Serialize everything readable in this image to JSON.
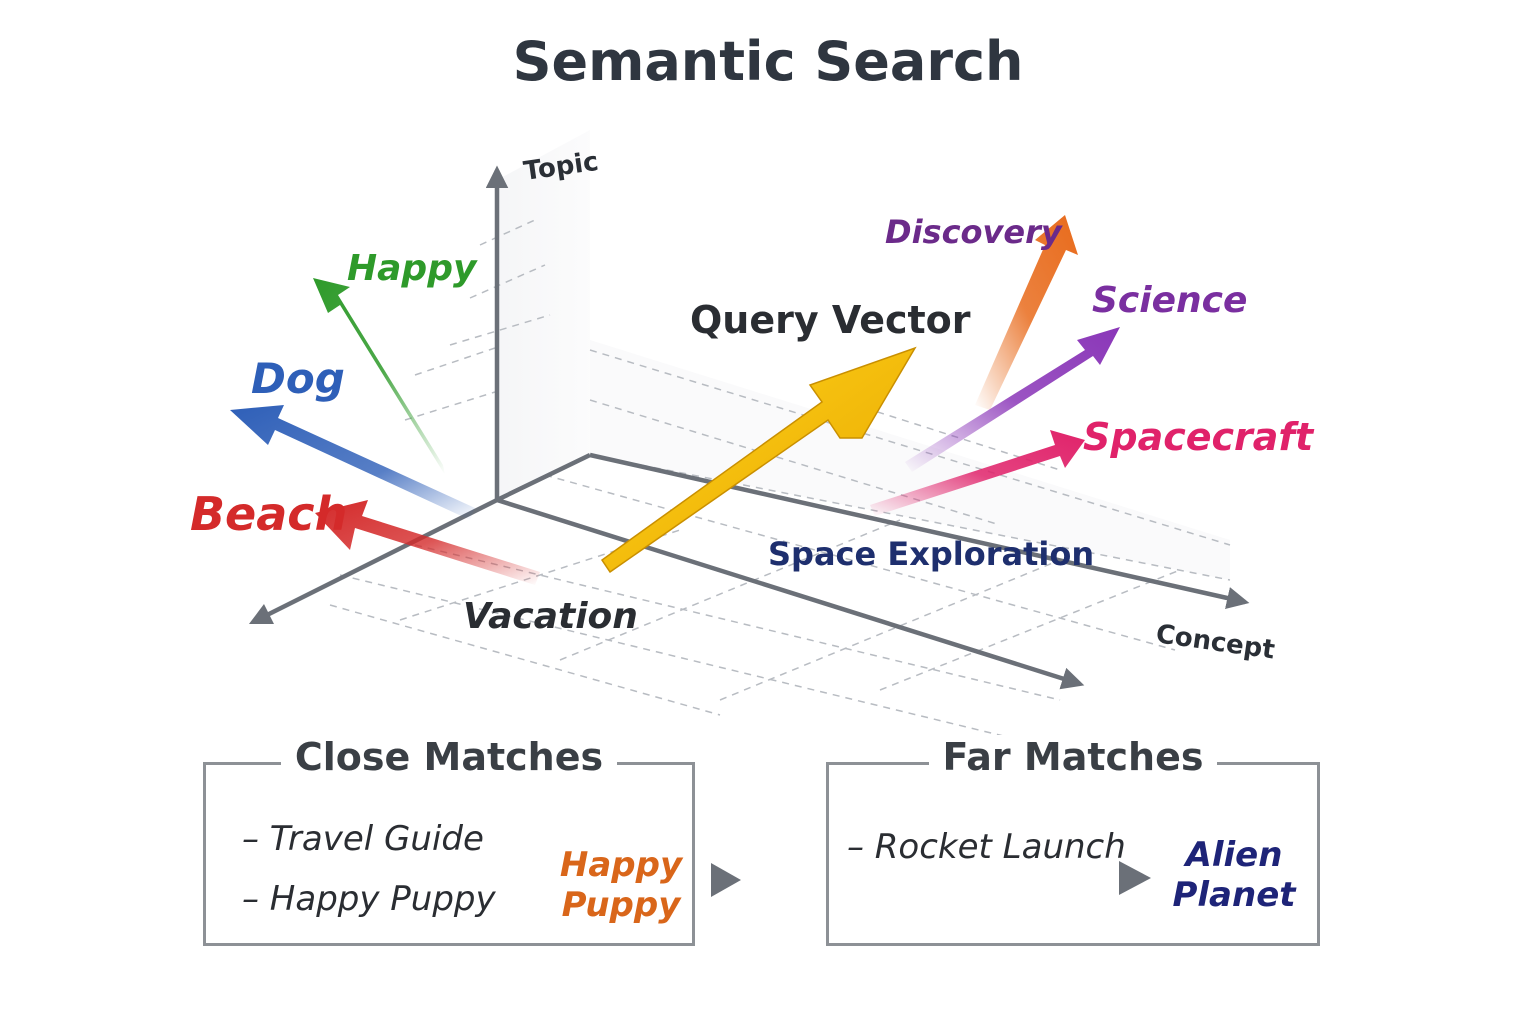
{
  "title": "Semantic Search",
  "axes": {
    "vertical": "Topic",
    "right": "Concept"
  },
  "query": {
    "label": "Query Vector",
    "color": "#f5b800"
  },
  "vectors": [
    {
      "label": "Happy",
      "color": "#2e9a2a"
    },
    {
      "label": "Dog",
      "color": "#2e5fb8"
    },
    {
      "label": "Beach",
      "color": "#d42a2a"
    },
    {
      "label": "Vacation",
      "color": "#2a2d32"
    },
    {
      "label": "Discovery",
      "color": "#6b2a8a"
    },
    {
      "label": "Science",
      "color": "#7a2fa0"
    },
    {
      "label": "Spacecraft",
      "color": "#e0226a"
    },
    {
      "label": "Space Exploration",
      "color": "#1e2f6e"
    }
  ],
  "close_matches": {
    "title": "Close Matches",
    "items": [
      "– Travel Guide",
      "– Happy Puppy"
    ],
    "result_line1": "Happy",
    "result_line2": "Puppy",
    "result_color": "#d9661a"
  },
  "far_matches": {
    "title": "Far Matches",
    "items": [
      "– Rocket Launch"
    ],
    "result_line1": "Alien",
    "result_line2": "Planet",
    "result_color": "#1e2478"
  }
}
